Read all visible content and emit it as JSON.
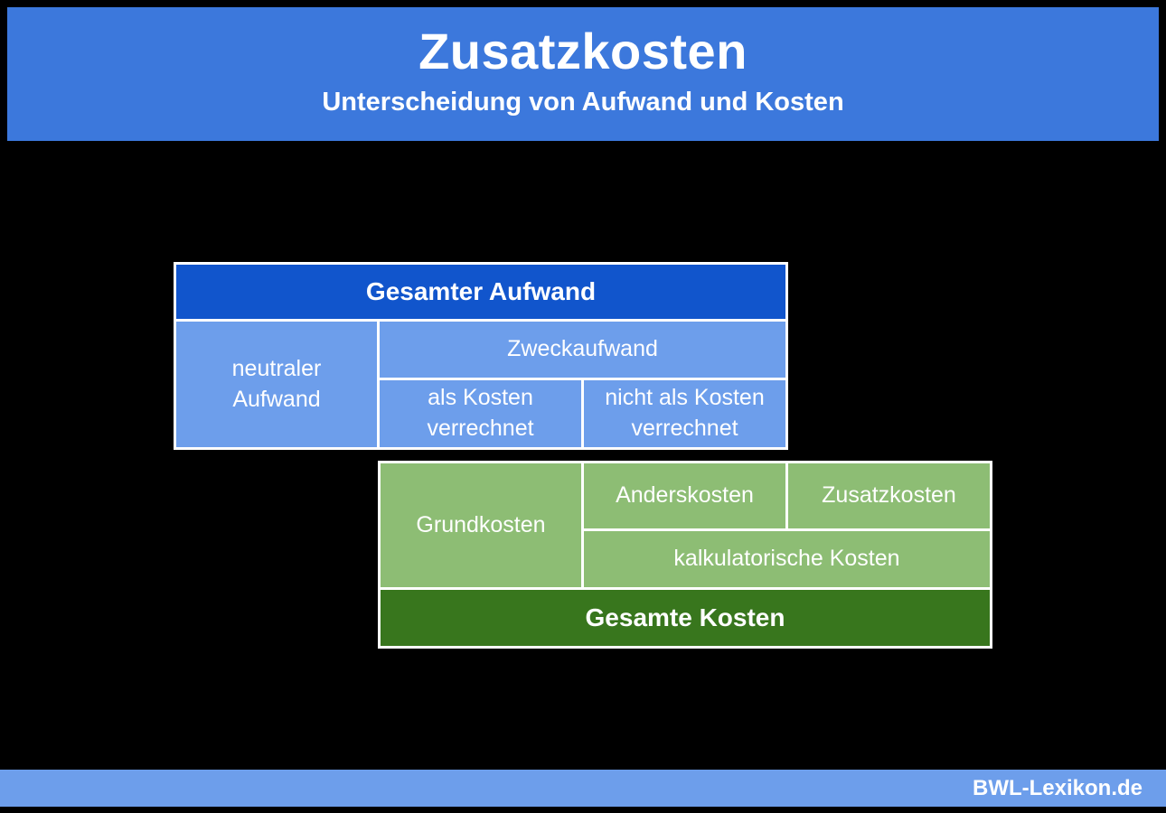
{
  "header": {
    "title": "Zusatzkosten",
    "subtitle": "Unterscheidung von Aufwand und Kosten"
  },
  "aufwand_table": {
    "title": "Gesamter Aufwand",
    "neutraler_aufwand": "neutraler\nAufwand",
    "zweckaufwand": "Zweckaufwand",
    "als_kosten_verrechnet": "als Kosten\nverrechnet",
    "nicht_als_kosten_verrechnet": "nicht als Kosten\nverrechnet"
  },
  "kosten_table": {
    "grundkosten": "Grundkosten",
    "anderskosten": "Anderskosten",
    "zusatzkosten": "Zusatzkosten",
    "kalkulatorische_kosten": "kalkulatorische Kosten",
    "title": "Gesamte Kosten"
  },
  "footer": {
    "brand": "BWL-Lexikon.de"
  },
  "colors": {
    "header_blue": "#3c78dc",
    "dark_blue": "#1155cc",
    "light_blue": "#6d9eeb",
    "light_green": "#8dbd74",
    "dark_green": "#38761d",
    "background": "#000000",
    "text": "#ffffff"
  }
}
